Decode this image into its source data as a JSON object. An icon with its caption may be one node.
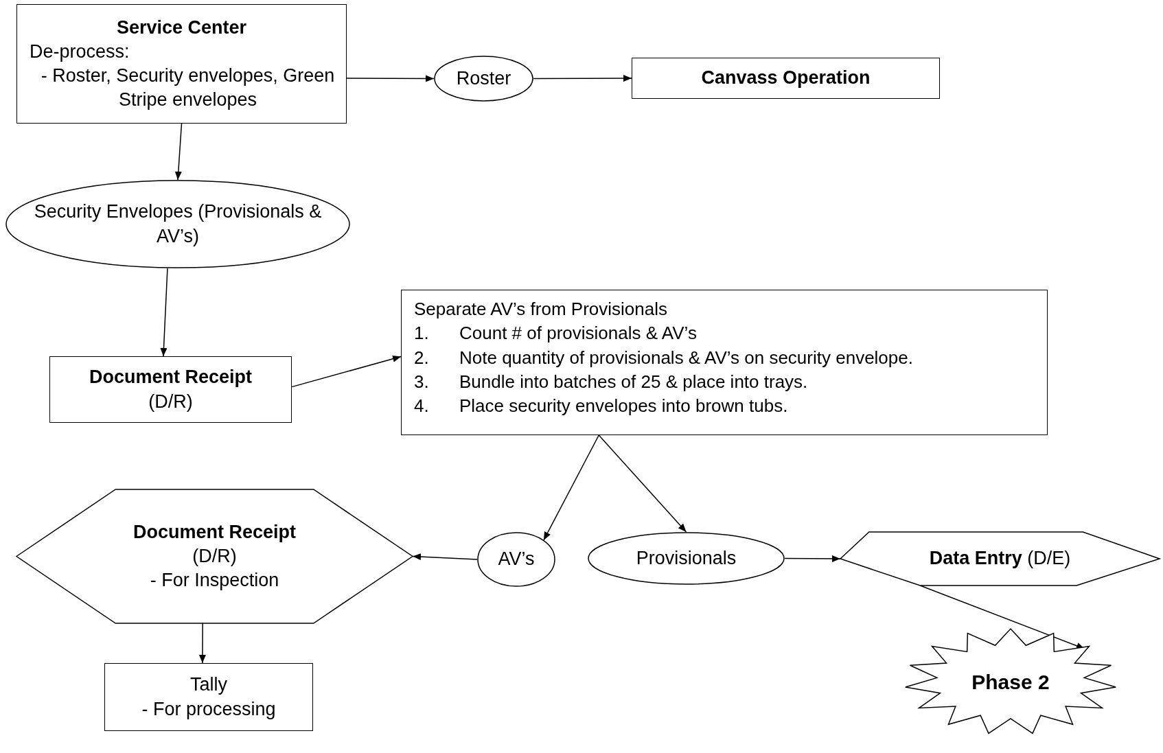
{
  "diagram": {
    "nodes": [
      {
        "text": [
          "Service Center",
          "De-process:",
          "- Roster, Security envelopes, Green Stripe envelopes"
        ]
      },
      {
        "text": [
          "Roster"
        ]
      },
      {
        "text": [
          "Canvass Operation"
        ]
      },
      {
        "text": [
          "Security Envelopes (Provisionals & AV’s)"
        ]
      },
      {
        "text": [
          "Document Receipt",
          "(D/R)"
        ]
      },
      {
        "text": [
          "Separate AV’s from Provisionals",
          "1.",
          "Count # of provisionals & AV’s",
          "2.",
          "Note quantity of provisionals & AV’s on security envelope.",
          "3.",
          "Bundle into batches of 25 & place into trays.",
          "4.",
          "Place security envelopes into brown tubs."
        ]
      },
      {
        "text": [
          "Document Receipt",
          "(D/R)",
          "- For Inspection"
        ]
      },
      {
        "text": [
          "AV’s"
        ]
      },
      {
        "text": [
          "Provisionals"
        ]
      },
      {
        "text": [
          "**Data Entry** (D/E)"
        ]
      },
      {
        "text": [
          "Tally",
          "- For processing"
        ]
      },
      {
        "text": [
          "Phase 2"
        ]
      }
    ],
    "edges": [
      {
        "from": 0,
        "to": 1,
        "arrow": "to"
      },
      {
        "from": 1,
        "to": 2,
        "arrow": "to"
      },
      {
        "from": 0,
        "to": 3,
        "arrow": "to"
      },
      {
        "from": 3,
        "to": 4,
        "arrow": "to"
      },
      {
        "from": 4,
        "to": 5,
        "arrow": "to"
      },
      {
        "from": 5,
        "to": 7,
        "arrow": "to"
      },
      {
        "from": 5,
        "to": 8,
        "arrow": "to"
      },
      {
        "from": 7,
        "to": 6,
        "arrow": "to"
      },
      {
        "from": 8,
        "to": 9,
        "arrow": "to"
      },
      {
        "from": 9,
        "to": 11,
        "arrow": "to"
      },
      {
        "from": 6,
        "to": 10,
        "arrow": "to"
      }
    ]
  }
}
